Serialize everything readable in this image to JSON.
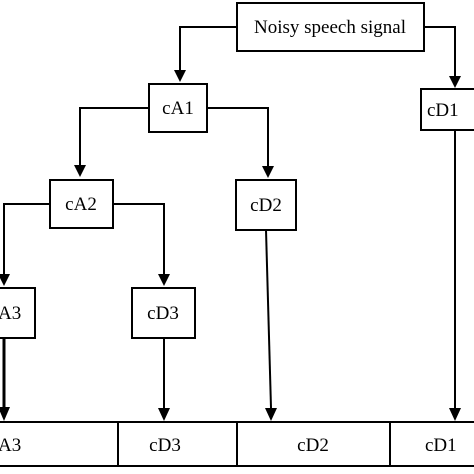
{
  "diagram": {
    "nodes": {
      "root": "Noisy speech signal",
      "ca1": "cA1",
      "cd1": "cD1",
      "ca2": "cA2",
      "cd2": "cD2",
      "ca3": "A3",
      "cd3": "cD3"
    },
    "output_row": [
      "A3",
      "cD3",
      "cD2",
      "cD1"
    ]
  }
}
